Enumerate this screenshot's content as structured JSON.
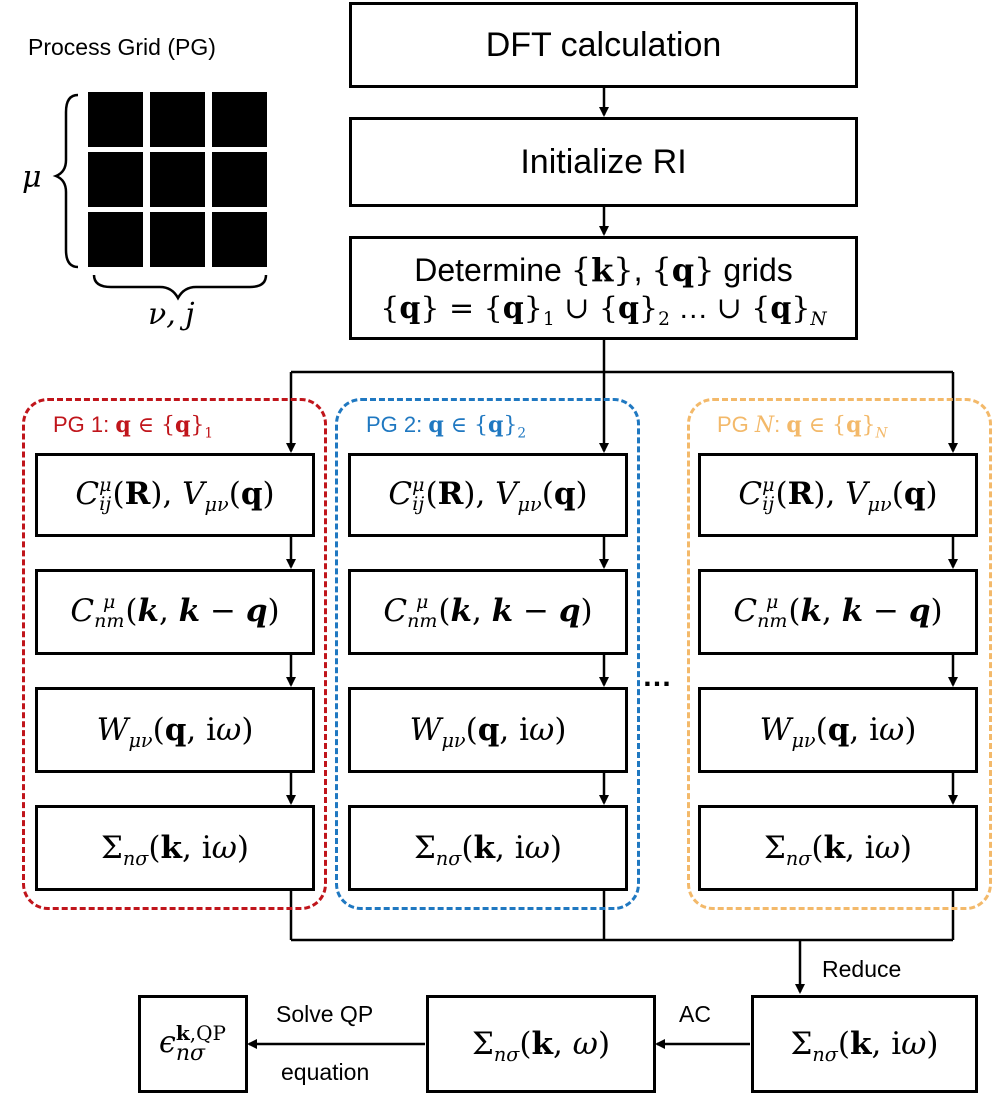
{
  "process_grid": {
    "title": "Process Grid (PG)",
    "mu_label": "μ",
    "nu_j_label": "ν, j"
  },
  "main_flow": {
    "dft": "DFT calculation",
    "init_ri": "Initialize RI",
    "determine_line1": "Determine {k}, {q} grids",
    "determine_line2": "{q} = {q}₁ ∪ {q}₂ … ∪ {q}ₙ"
  },
  "groups": [
    {
      "label": "PG 1: ",
      "index": "1",
      "color": "#c0151b"
    },
    {
      "label": "PG 2: ",
      "index": "2",
      "color": "#1f78c1"
    },
    {
      "label": "PG ",
      "index": "N",
      "color": "#f3b96a"
    }
  ],
  "step_labels": {
    "coeff": "C^μ_ij(R), V_μν(q)",
    "cnm": "C^μ_nm(k, k − q)",
    "w": "W_μν(q, iω)",
    "sigma": "Σ_nσ(k, iω)"
  },
  "ellipsis": "…",
  "bottom": {
    "reduce": "Reduce",
    "ac": "AC",
    "solve_qp_line1": "Solve QP",
    "solve_qp_line2": "equation",
    "sigma_imag": "Σ_nσ(k, iω)",
    "sigma_real": "Σ_nσ(k, ω)",
    "eps_qp": "ε^{k,QP}_nσ"
  },
  "colors": {
    "line": "#000000",
    "pg1": "#c0151b",
    "pg2": "#1f78c1",
    "pgN": "#f3b96a"
  }
}
